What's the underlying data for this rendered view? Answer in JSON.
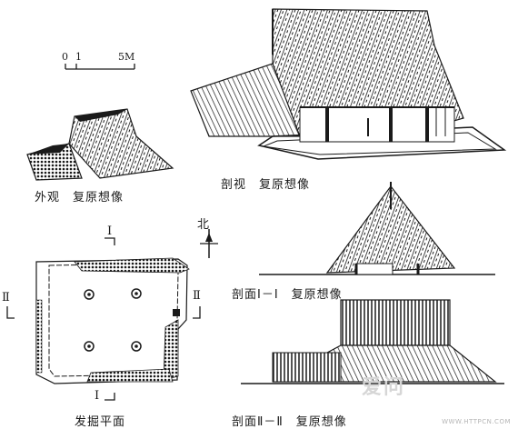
{
  "scale_bar": {
    "zero": "0",
    "one": "1",
    "five": "5M"
  },
  "views": {
    "exterior": "外观　复原想像",
    "cutaway": "剖视　复原想像",
    "section_1": "剖面Ⅰ－Ⅰ　复原想像",
    "section_2": "剖面Ⅱ－Ⅱ　复原想像",
    "plan": "发掘平面"
  },
  "plan_marks": {
    "top": "Ⅰ",
    "bottom": "Ⅰ",
    "left": "Ⅱ",
    "right": "Ⅱ"
  },
  "north": "北",
  "watermark": {
    "logo": "爱问",
    "url": "WWW.HTTPCN.COM"
  },
  "colors": {
    "ink": "#1a1a1a",
    "paper": "#ffffff"
  }
}
